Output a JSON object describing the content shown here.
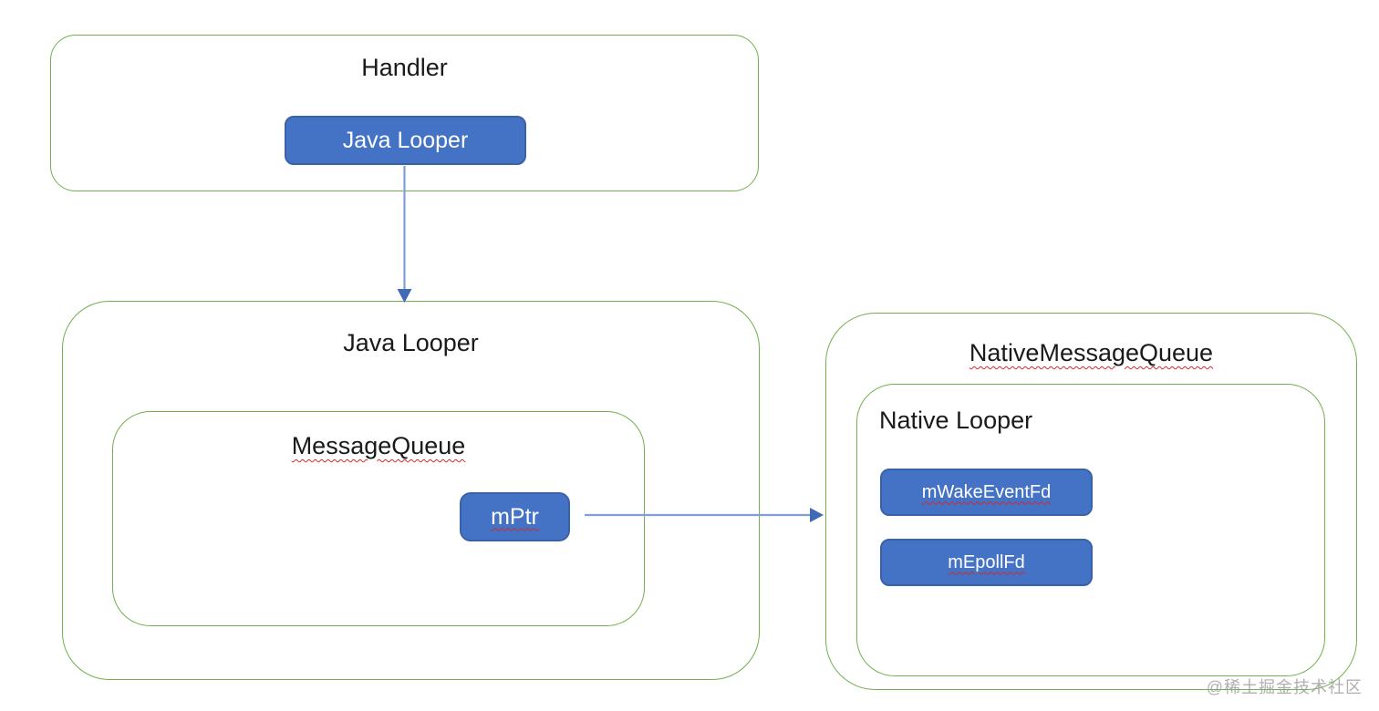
{
  "diagram": {
    "handler_box": {
      "title": "Handler",
      "java_looper_button_label": "Java Looper"
    },
    "java_looper_box": {
      "title": "Java Looper",
      "message_queue_box": {
        "title": "MessageQueue",
        "mptr_button_label": "mPtr"
      }
    },
    "native_message_queue_box": {
      "title": "NativeMessageQueue",
      "native_looper_box": {
        "title": "Native Looper",
        "mwake_event_fd_button_label": "mWakeEventFd",
        "mepoll_fd_button_label": "mEpollFd"
      }
    },
    "connectors": {
      "handler_to_java_looper": "arrow-down",
      "mptr_to_native_message_queue": "arrow-right"
    },
    "watermark": "@稀土掘金技术社区",
    "colors": {
      "box_border_green": "#72B04E",
      "button_fill_blue": "#4472C4",
      "button_border_blue": "#3A62A8",
      "arrow_line_blue": "#7F9FD4",
      "arrowhead_blue": "#3F6AB5",
      "spellcheck_squiggle_red": "#D22A2A",
      "watermark_gray": "#969696",
      "title_text": "#1A1A1A",
      "button_text": "#FFFFFF"
    }
  }
}
